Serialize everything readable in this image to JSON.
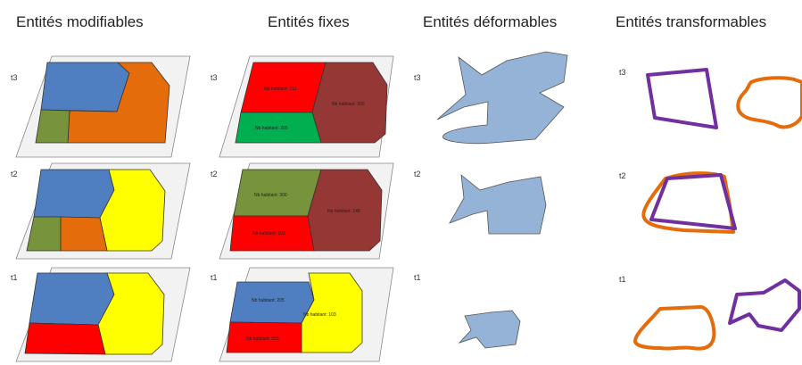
{
  "columns": [
    {
      "title": "Entités modifiables"
    },
    {
      "title": "Entités fixes"
    },
    {
      "title": "Entités déformables"
    },
    {
      "title": "Entités transformables"
    }
  ],
  "time_labels": [
    "t3",
    "t2",
    "t1"
  ],
  "fixed_labels": {
    "t3": [
      "Nb habitant: 212",
      "Nb habitant: 209",
      "Nb habitant: 205"
    ],
    "t2": [
      "Nb habitant: 300",
      "Nb habitant: 148",
      "Nb habitant: 103"
    ],
    "t1": [
      "Nb habitant: 205",
      "Nb habitant: 103",
      "Nb habitant: 555"
    ]
  },
  "colors": {
    "blue": "#4f7fc0",
    "orange": "#e46c0a",
    "green_olive": "#77933c",
    "green": "#00b050",
    "red": "#ff0000",
    "dark_red": "#953735",
    "yellow": "#ffff00",
    "deformable_fill": "#95b3d7",
    "purple": "#7030a0",
    "plane": "#f2f2f2"
  }
}
